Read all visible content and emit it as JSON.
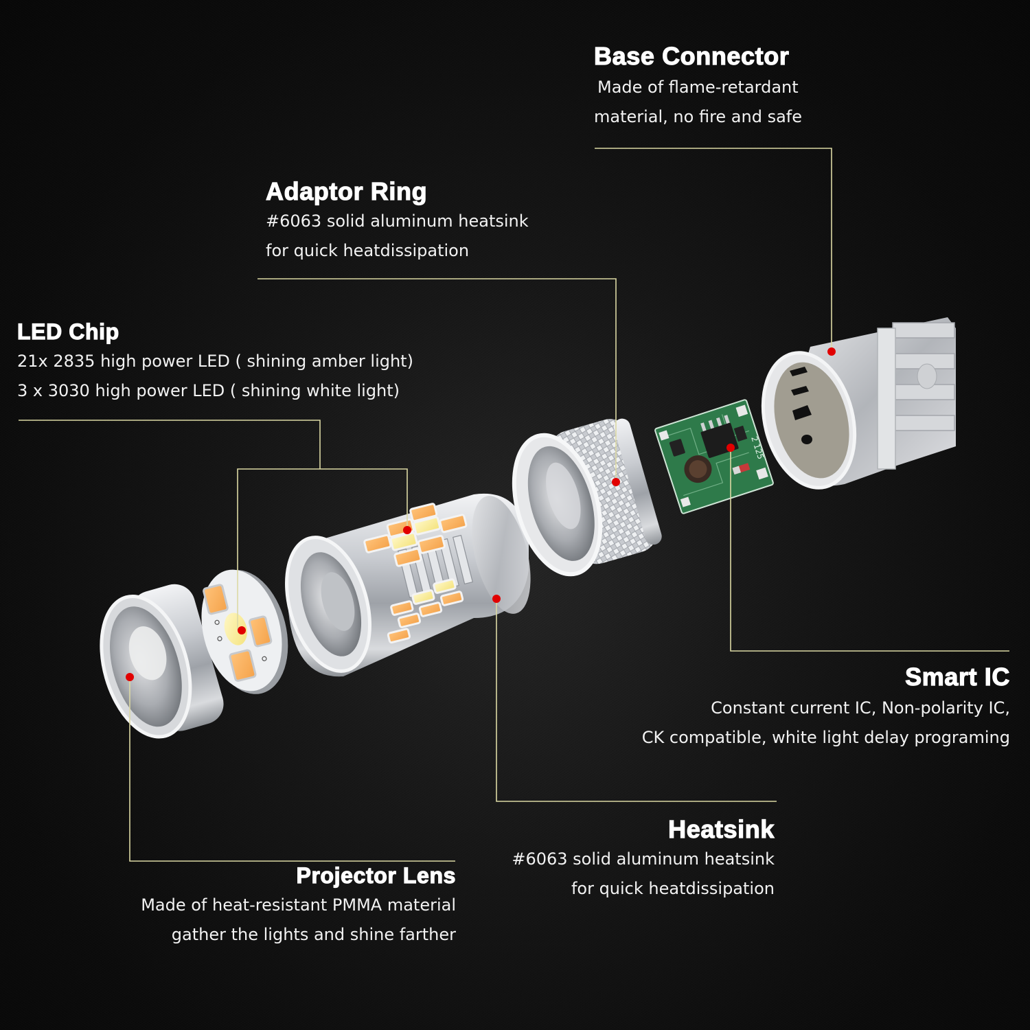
{
  "colors": {
    "background": "#111111",
    "leader_line": "#dcd9a4",
    "anchor_dot": "#e10000",
    "title_text": "#ffffff",
    "body_text": "#f2f2f2"
  },
  "components": {
    "base_connector": {
      "title": "Base Connector",
      "lines": [
        "Made of flame-retardant",
        "material, no fire and safe"
      ]
    },
    "adaptor_ring": {
      "title": "Adaptor Ring",
      "lines": [
        "#6063 solid aluminum heatsink",
        "for  quick heatdissipation"
      ]
    },
    "led_chip": {
      "title": "LED Chip",
      "lines": [
        "21x 2835 high power LED ( shining amber light)",
        "3 x 3030 high power LED ( shining white light)"
      ]
    },
    "smart_ic": {
      "title": "Smart IC",
      "lines": [
        "Constant current IC, Non-polarity IC,",
        "CK compatible, white light delay programing"
      ]
    },
    "heatsink": {
      "title": "Heatsink",
      "lines": [
        "#6063 solid aluminum heatsink",
        "for  quick heatdissipation"
      ]
    },
    "projector_lens": {
      "title": "Projector Lens",
      "lines": [
        "Made of heat-resistant PMMA material",
        "gather the lights and shine farther"
      ]
    }
  },
  "pcb_marking": "2 125"
}
